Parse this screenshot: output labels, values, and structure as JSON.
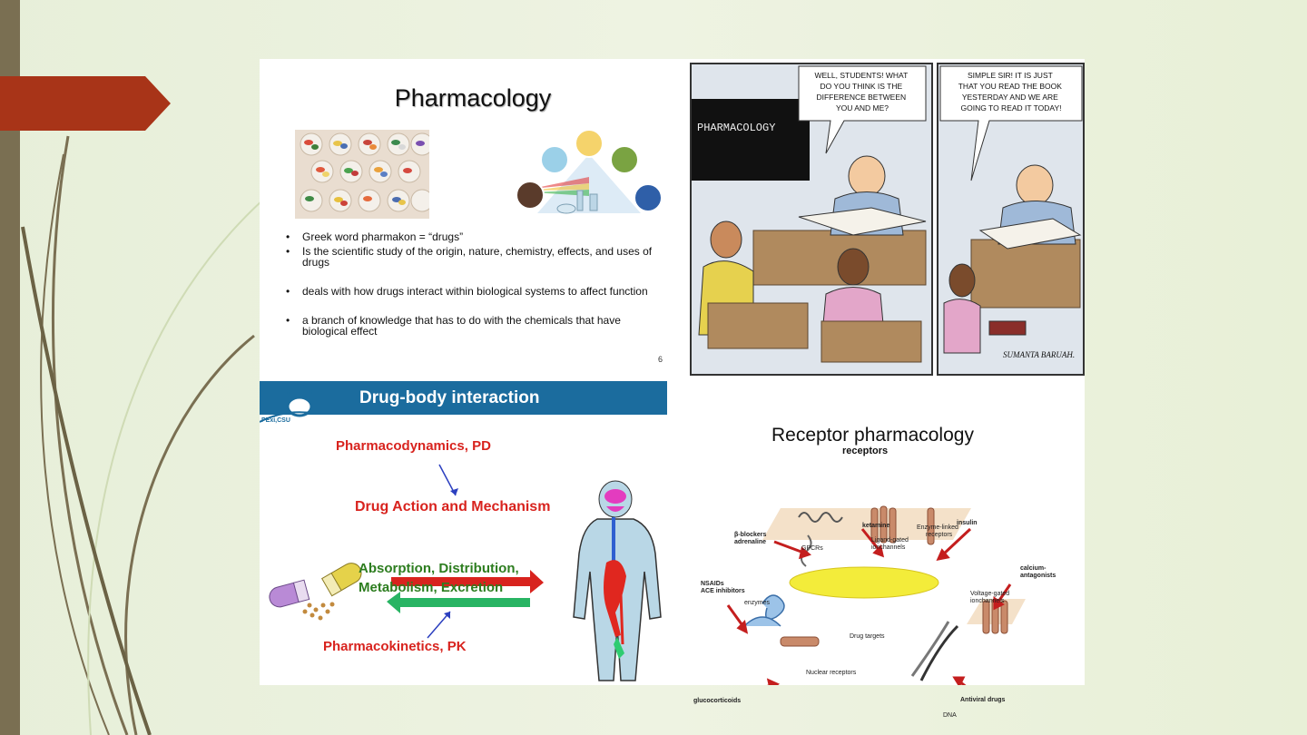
{
  "panel1": {
    "title": "Pharmacology",
    "bullets": [
      "Greek word pharmakon = “drugs”",
      "Is the scientific study of the origin, nature, chemistry, effects, and uses of drugs",
      "deals with how drugs interact within biological systems to affect function",
      "a branch of knowledge that has to do with the chemicals that have biological effect"
    ],
    "slide_number": "6"
  },
  "comic": {
    "board_text": "PHARMACOLOGY",
    "bubble_teacher": [
      "WELL, STUDENTS! WHAT",
      "DO YOU THINK IS THE",
      "DIFFERENCE BETWEEN",
      "YOU AND ME?"
    ],
    "bubble_student": [
      "SIMPLE SIR! IT IS JUST",
      "THAT YOU READ THE BOOK",
      "YESTERDAY AND WE ARE",
      "GOING TO READ IT TODAY!"
    ],
    "signature": "SUMANTA BARUAH."
  },
  "panel3": {
    "title": "Drug-body interaction",
    "logo_text": "PExi,CSU",
    "pd_label": "Pharmacodynamics, PD",
    "mechanism_label": "Drug Action and Mechanism",
    "adme_line1": "Absorption, Distribution,",
    "adme_line2": "Metabolism, Excretion",
    "pk_label": "Pharmacokinetics, PK"
  },
  "panel4": {
    "title": "Receptor pharmacology",
    "subtitle": "receptors",
    "labels": {
      "ketamine": "ketamine",
      "insulin": "insulin",
      "beta_blockers": "β-blockers",
      "adrenaline": "adrenaline",
      "gpcrs": "GPCRs",
      "ligand_gated_1": "Ligand-gated",
      "ligand_gated_2": "ionchannels",
      "enzyme_linked_1": "Enzyme-linked",
      "enzyme_linked_2": "receptors",
      "calcium_1": "calcium-",
      "calcium_2": "antagonists",
      "nsaids": "NSAIDs",
      "ace": "ACE inhibitors",
      "enzymes": "enzymes",
      "voltage_1": "Voltage-gated",
      "voltage_2": "ionchannels",
      "drug_targets": "Drug targets",
      "nuclear": "Nuclear receptors",
      "dna": "DNA",
      "glucocorticoids": "glucocorticoids",
      "antiviral": "Antiviral drugs"
    }
  },
  "colors": {
    "accent_tab": "#a83418",
    "left_bar": "#7a6f52",
    "header_blue": "#1b6c9e",
    "red_text": "#d8231e",
    "green_text": "#2d7d1f"
  }
}
